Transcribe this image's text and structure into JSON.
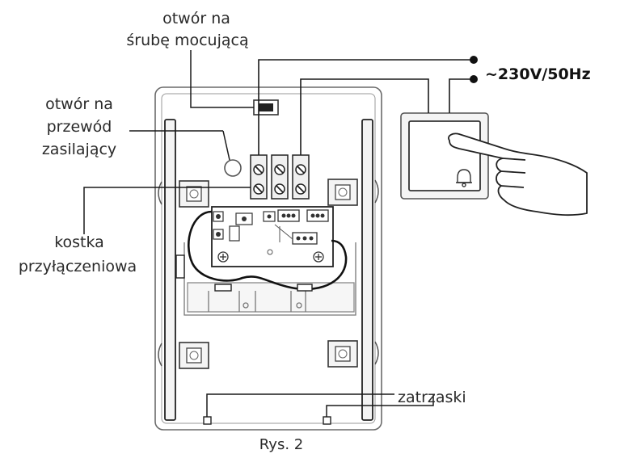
{
  "labels": {
    "screw_hole_line1": "otwór na",
    "screw_hole_line2": "śrubę mocującą",
    "cable_hole_line1": "otwór na",
    "cable_hole_line2": "przewód",
    "cable_hole_line3": "zasilający",
    "terminal_line1": "kostka",
    "terminal_line2": "przyłączeniowa",
    "voltage": "~230V/50Hz",
    "latches": "zatrzaski",
    "caption": "Rys. 2"
  },
  "colors": {
    "line": "#1a1a1a",
    "outline": "#555555",
    "light_outline": "#8a8a8a",
    "fill_light": "#f2f2f2",
    "fill_mid": "#dcdcdc"
  },
  "icons": {
    "bell": "bell-icon",
    "hand": "pointing-hand-icon"
  }
}
